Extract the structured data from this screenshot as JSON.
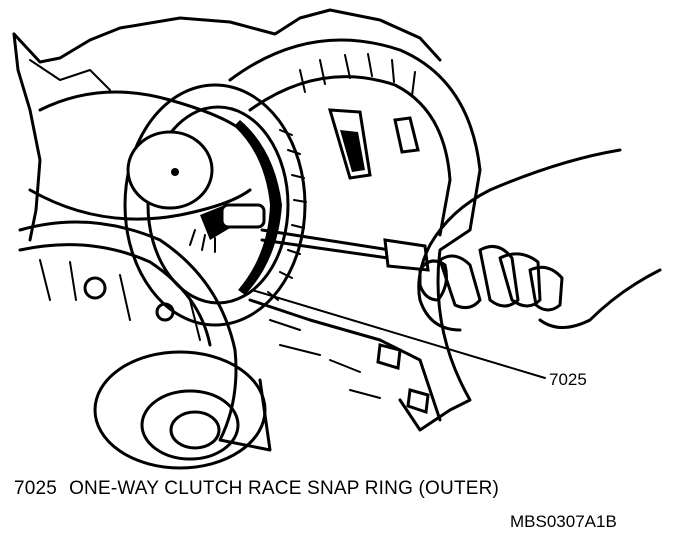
{
  "callout": {
    "number": "7025"
  },
  "caption": {
    "number": "7025",
    "text": "ONE-WAY CLUTCH RACE SNAP RING (OUTER)"
  },
  "figure_id": "MBS0307A1B"
}
